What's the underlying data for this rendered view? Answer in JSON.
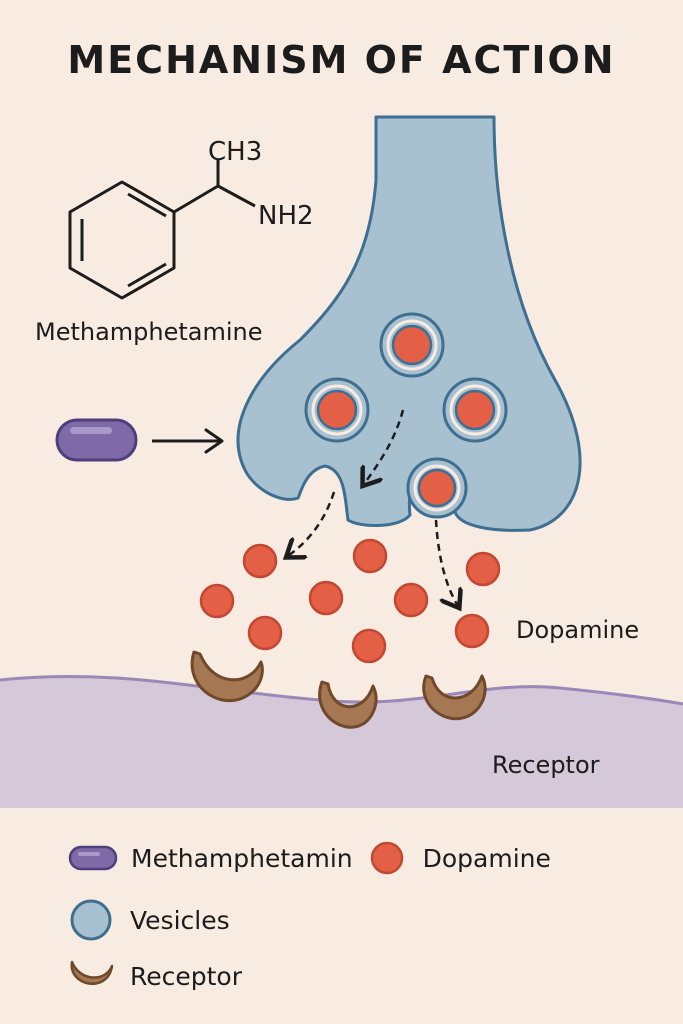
{
  "title": "MECHANISM OF ACTION",
  "molecule": {
    "name": "Methamphetamine",
    "group_ch3": "CH3",
    "group_nh2": "NH2"
  },
  "labels": {
    "dopamine": "Dopamine",
    "receptor": "Receptor"
  },
  "legend": {
    "methamphetamine": "Methamphetamin",
    "dopamine": "Dopamine",
    "vesicles": "Vesicles",
    "receptor": "Receptor"
  },
  "colors": {
    "background": "#f8ebe2",
    "neuron_fill": "#a8c1d1",
    "neuron_stroke": "#3e6f91",
    "dopamine": "#e35f45",
    "dopamine_stroke": "#c24832",
    "pill": "#7e6aa6",
    "pill_stroke": "#4e3f7c",
    "receptor": "#a57753",
    "receptor_stroke": "#70492b",
    "membrane": "#d5c8d9",
    "membrane_stroke": "#9a88b6"
  }
}
